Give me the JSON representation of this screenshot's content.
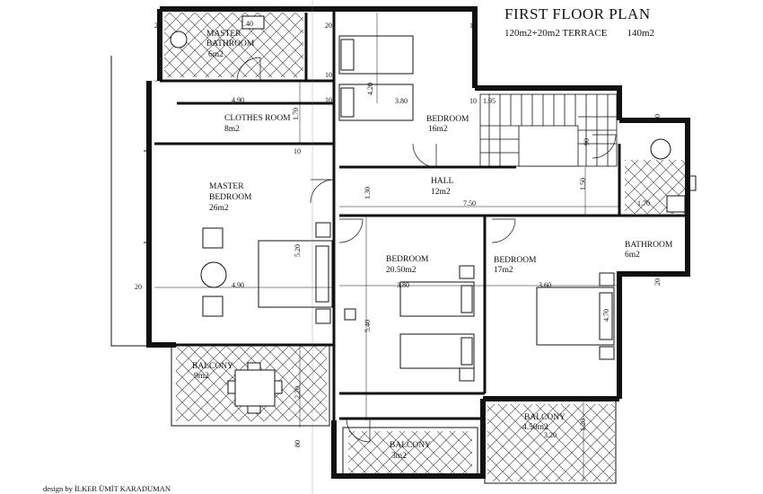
{
  "header": {
    "title": "FIRST FLOOR PLAN",
    "area": "120m2+20m2 TERRACE",
    "total": "140m2"
  },
  "rooms": {
    "master_bathroom": {
      "name_line1": "MASTER",
      "name_line2": "BATHROOM",
      "area": "6m2"
    },
    "clothes_room": {
      "name": "CLOTHES ROOM",
      "area": "8m2"
    },
    "master_bedroom": {
      "name_line1": "MASTER",
      "name_line2": "BEDROOM",
      "area": "26m2"
    },
    "bedroom_top": {
      "name": "BEDROOM",
      "area": "16m2"
    },
    "hall": {
      "name": "HALL",
      "area": "12m2"
    },
    "bedroom_mid": {
      "name": "BEDROOM",
      "area": "20.50m2"
    },
    "bedroom_right": {
      "name": "BEDROOM",
      "area": "17m2"
    },
    "bathroom": {
      "name": "BATHROOM",
      "area": "6m2"
    },
    "balcony_left": {
      "name": "BALCONY",
      "area": "9m2"
    },
    "balcony_bottom": {
      "name": "BALCONY",
      "area": "3m2"
    },
    "balcony_right": {
      "name": "BALCONY",
      "area": "4.50m2"
    }
  },
  "dimensions": {
    "d_20_tl": "20",
    "d_20_top": "20",
    "d_140": "1.40",
    "d_490_top": "4.90",
    "d_170": "1.70",
    "d_10_a": "10",
    "d_10_b": "10",
    "d_10_c": "10",
    "d_10_d": "10",
    "d_10_e": "10",
    "d_420": "4.20",
    "d_380": "3.80",
    "d_195": "1.95",
    "d_90": "90",
    "d_130": "1.30",
    "d_750": "7.50",
    "d_150": "1.50",
    "d_170b": "1.70",
    "d_20_r1": "20",
    "d_20_r2": "20",
    "d_20_left": "20",
    "d_490_mid": "4.90",
    "d_520": "5.20",
    "d_380b": "3.80",
    "d_540": "5.40",
    "d_360": "3.60",
    "d_470": "4.70",
    "d_220": "2.20",
    "d_80": "80",
    "d_120": "1.20",
    "d_320": "3.20"
  },
  "footer": {
    "designer": "design by İLKER ÜMİT KARADUMAN"
  }
}
